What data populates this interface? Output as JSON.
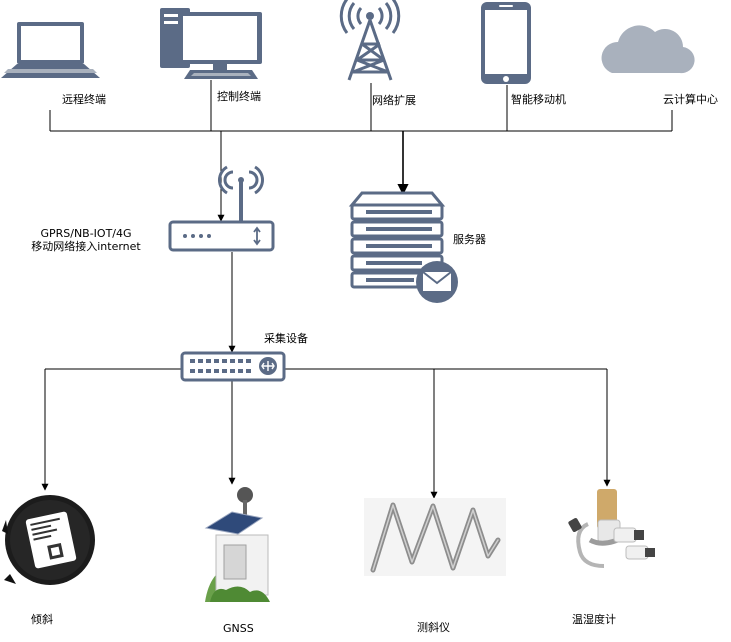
{
  "colors": {
    "line": "#000000",
    "icon_fill": "#dae8fc",
    "icon_stroke": "#6c8ebf",
    "icon_dark": "#5b6b86",
    "icon_gray": "#a9b1bd",
    "cloud": "#a9b1bd"
  },
  "top_devices": [
    {
      "id": "remote",
      "label": "远程终端",
      "icon": "laptop-icon"
    },
    {
      "id": "control",
      "label": "控制终端",
      "icon": "desktop-computer-icon"
    },
    {
      "id": "network",
      "label": "网络扩展",
      "icon": "radio-tower-icon"
    },
    {
      "id": "mobile",
      "label": "智能移动机",
      "icon": "smartphone-icon"
    },
    {
      "id": "cloud",
      "label": "云计算中心",
      "icon": "cloud-icon"
    }
  ],
  "router": {
    "label_line1": "GPRS/NB-IOT/4G",
    "label_line2": "移动网络接入internet",
    "icon": "wireless-router-icon"
  },
  "server": {
    "label": "服务器",
    "icon": "server-mail-icon"
  },
  "collector": {
    "label": "采集设备",
    "icon": "network-switch-icon"
  },
  "sensors": [
    {
      "id": "tilt",
      "label": "倾斜",
      "icon": "tilt-sensor-icon"
    },
    {
      "id": "gnss",
      "label": "GNSS",
      "icon": "gnss-station-icon"
    },
    {
      "id": "inclinometer",
      "label": "测斜仪",
      "icon": "inclinometer-icon"
    },
    {
      "id": "thermo",
      "label": "温湿度计",
      "icon": "humidity-sensor-icon"
    }
  ]
}
